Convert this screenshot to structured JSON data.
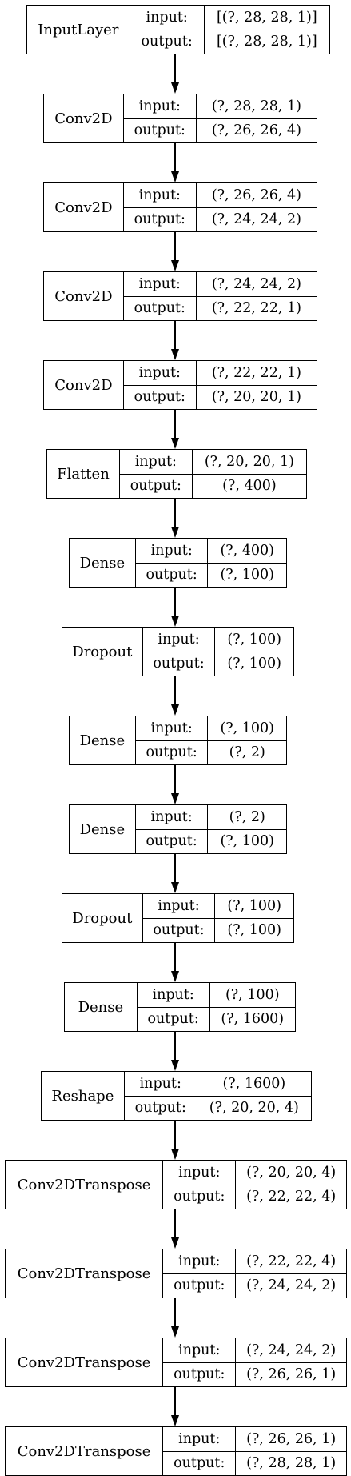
{
  "labels": {
    "input": "input:",
    "output": "output:"
  },
  "layers": [
    {
      "name": "InputLayer",
      "input": "[(?, 28, 28, 1)]",
      "output": "[(?, 28, 28, 1)]"
    },
    {
      "name": "Conv2D",
      "input": "(?, 28, 28, 1)",
      "output": "(?, 26, 26, 4)"
    },
    {
      "name": "Conv2D",
      "input": "(?, 26, 26, 4)",
      "output": "(?, 24, 24, 2)"
    },
    {
      "name": "Conv2D",
      "input": "(?, 24, 24, 2)",
      "output": "(?, 22, 22, 1)"
    },
    {
      "name": "Conv2D",
      "input": "(?, 22, 22, 1)",
      "output": "(?, 20, 20, 1)"
    },
    {
      "name": "Flatten",
      "input": "(?, 20, 20, 1)",
      "output": "(?, 400)"
    },
    {
      "name": "Dense",
      "input": "(?, 400)",
      "output": "(?, 100)"
    },
    {
      "name": "Dropout",
      "input": "(?, 100)",
      "output": "(?, 100)"
    },
    {
      "name": "Dense",
      "input": "(?, 100)",
      "output": "(?, 2)"
    },
    {
      "name": "Dense",
      "input": "(?, 2)",
      "output": "(?, 100)"
    },
    {
      "name": "Dropout",
      "input": "(?, 100)",
      "output": "(?, 100)"
    },
    {
      "name": "Dense",
      "input": "(?, 100)",
      "output": "(?, 1600)"
    },
    {
      "name": "Reshape",
      "input": "(?, 1600)",
      "output": "(?, 20, 20, 4)"
    },
    {
      "name": "Conv2DTranspose",
      "input": "(?, 20, 20, 4)",
      "output": "(?, 22, 22, 4)"
    },
    {
      "name": "Conv2DTranspose",
      "input": "(?, 22, 22, 4)",
      "output": "(?, 24, 24, 2)"
    },
    {
      "name": "Conv2DTranspose",
      "input": "(?, 24, 24, 2)",
      "output": "(?, 26, 26, 1)"
    },
    {
      "name": "Conv2DTranspose",
      "input": "(?, 26, 26, 1)",
      "output": "(?, 28, 28, 1)"
    }
  ]
}
